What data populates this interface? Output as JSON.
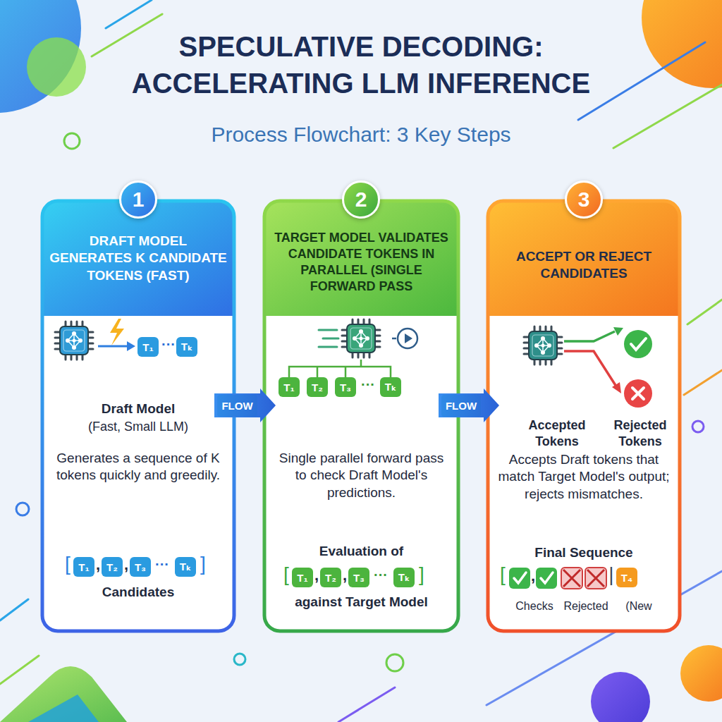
{
  "diagram": {
    "title": "SPECULATIVE DECODING: ACCELERATING LLM INFERENCE",
    "nodes": [
      {
        "text": [
          "DRAFT MODEL GENERATES K CANDIDATE TOKENS (FAST)",
          "Draft Model",
          "(Fast, Small LLM)",
          "Generates a sequence of K tokens quickly and greedily.",
          "Candidates"
        ]
      },
      {
        "text": [
          "1"
        ],
        "in": 0
      },
      {
        "text": [
          "T₁"
        ],
        "in": 0
      },
      {
        "text": [
          "Tₖ"
        ],
        "in": 0
      },
      {
        "text": [
          "T₁"
        ],
        "in": 0
      },
      {
        "text": [
          "T₂"
        ],
        "in": 0
      },
      {
        "text": [
          "T₃"
        ],
        "in": 0
      },
      {
        "text": [
          "Tₖ"
        ],
        "in": 0
      },
      {
        "text": [
          "TARGET MODEL VALIDATES CANDIDATE TOKENS IN PARALLEL (SINGLE FORWARD PASS",
          "Single parallel forward pass to check Draft Model's predictions.",
          "Evaluation of",
          "against Target Model"
        ]
      },
      {
        "text": [
          "2"
        ],
        "in": 8
      },
      {
        "text": [
          "T₁"
        ],
        "in": 8
      },
      {
        "text": [
          "T₂"
        ],
        "in": 8
      },
      {
        "text": [
          "T₃"
        ],
        "in": 8
      },
      {
        "text": [
          "Tₖ"
        ],
        "in": 8
      },
      {
        "text": [
          "T₁"
        ],
        "in": 8
      },
      {
        "text": [
          "T₂"
        ],
        "in": 8
      },
      {
        "text": [
          "T₃"
        ],
        "in": 8
      },
      {
        "text": [
          "Tₖ"
        ],
        "in": 8
      },
      {
        "text": [
          "ACCEPT OR REJECT CANDIDATES",
          "Accepted Tokens",
          "Rejected Tokens",
          "Accepts Draft tokens that match Target Model's output; rejects mismatches.",
          "Final Sequence",
          "Checks",
          "Rejected",
          "(New"
        ]
      },
      {
        "text": [
          "3"
        ],
        "in": 18
      },
      {
        "text": [
          "T₄"
        ],
        "in": 18
      }
    ],
    "edges": [
      {
        "from": 0,
        "to": 8,
        "arrow": "to",
        "label": "FLOW"
      },
      {
        "from": 8,
        "to": 18,
        "arrow": "to",
        "label": "FLOW"
      }
    ],
    "labels": [
      "Process Flowchart: 3 Key Steps",
      "···",
      "[",
      ",",
      ",",
      "···",
      "]",
      "···",
      "[",
      ",",
      ",",
      "···",
      "]",
      "[",
      ",",
      "|"
    ]
  }
}
